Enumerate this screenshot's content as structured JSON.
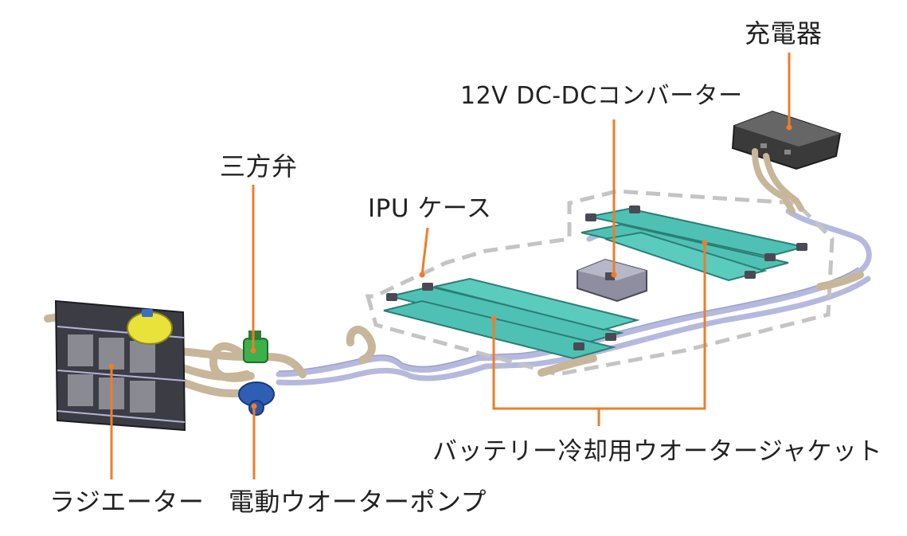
{
  "labels": {
    "charger": "充電器",
    "dcdc": "12V DC-DCコンバーター",
    "three_way_valve": "三方弁",
    "ipu_case": "IPU ケース",
    "cooling_jacket": "バッテリー冷却用ウオータージャケット",
    "radiator": "ラジエーター",
    "water_pump": "電動ウオーターポンプ"
  },
  "colors": {
    "leader": "#ee7d2a",
    "jacket_plate": "#4fc1b4",
    "hose": "#c8b69a",
    "pipe": "#bfc3e4",
    "dashed_outline": "#c4c4c4",
    "charger_body": "#3a3a3a",
    "reservoir": "#e8e23a",
    "valve": "#3cb04a",
    "pump": "#2f5fb5"
  }
}
